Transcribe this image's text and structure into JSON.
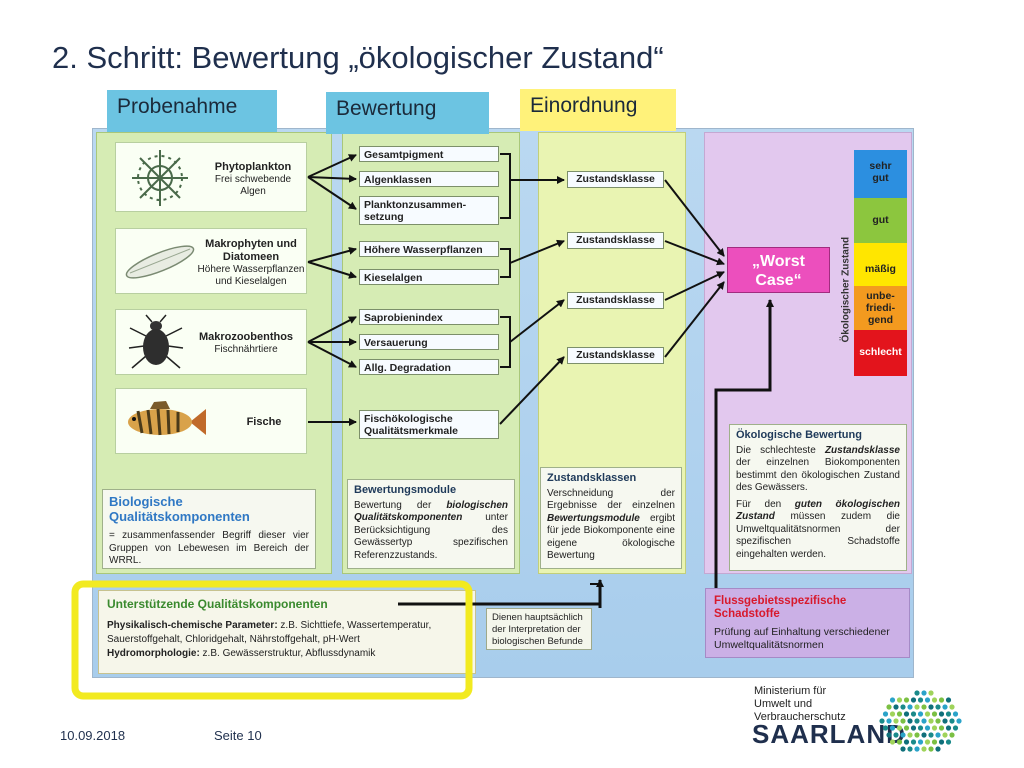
{
  "slide": {
    "title": "2. Schritt: Bewertung „ökologischer Zustand“"
  },
  "columns": {
    "probenahme": "Probenahme",
    "bewertung": "Bewertung",
    "einordnung": "Einordnung"
  },
  "organisms": [
    {
      "name": "Phytoplankton",
      "desc1": "Frei schwebende",
      "desc2": "Algen"
    },
    {
      "name": "Makrophyten und",
      "name2": "Diatomeen",
      "desc1": "Höhere Wasserpflanzen",
      "desc2": "und Kieselalgen"
    },
    {
      "name": "Makrozoobenthos",
      "desc1": "Fischnährtiere"
    },
    {
      "name": "Fische"
    }
  ],
  "modules": [
    "Gesamtpigment",
    "Algenklassen",
    "Planktonzusammen-",
    "setzung",
    "Höhere Wasserpflanzen",
    "Kieselalgen",
    "Saprobienindex",
    "Versauerung",
    "Allg. Degradation",
    "Fischökologische",
    "Qualitätsmerkmale"
  ],
  "zustandsklasse": "Zustandsklasse",
  "worst_case": {
    "line1": "„Worst",
    "line2": "Case“"
  },
  "scale": {
    "label": "Ökologischer Zustand",
    "levels": [
      {
        "text1": "sehr",
        "text2": "gut",
        "color": "#2c8fe0"
      },
      {
        "text1": "gut",
        "color": "#8cc63e"
      },
      {
        "text1": "mäßig",
        "color": "#ffe600"
      },
      {
        "text1": "unbe-",
        "text2": "friedi-",
        "text3": "gend",
        "color": "#f39a1f"
      },
      {
        "text1": "schlecht",
        "color": "#e3141c"
      }
    ]
  },
  "bio_box": {
    "head1": "Biologische",
    "head2": "Qualitätskomponenten",
    "text": "= zusammenfassender Begriff dieser vier Gruppen von Lebewesen im Bereich der WRRL."
  },
  "module_box": {
    "head": "Bewertungsmodule",
    "t1": "Bewertung der ",
    "t2": "biologischen Qualitätskomponenten",
    "t3": " unter Berücksichtigung des Gewässertyp spezifischen Referenzzustands."
  },
  "class_box": {
    "head": "Zustandsklassen",
    "t1": "Verschneidung der Ergebnisse der einzelnen ",
    "t2": "Bewertungsmodule",
    "t3": " ergibt für jede Biokomponente eine eigene ökologische Bewertung"
  },
  "eco_box": {
    "head": "Ökologische Bewertung",
    "t1": "Die schlechteste ",
    "t2": "Zustandsklasse",
    "t3": " der einzelnen Biokomponenten bestimmt den ökologischen Zustand des Gewässers.",
    "t4": "Für den ",
    "t5": "guten ökologischen Zustand",
    "t6": " müssen zudem die Umweltqualitätsnormen der spezifischen Schadstoffe eingehalten werden."
  },
  "support_box": {
    "head": "Unterstützende Qualitätskomponenten",
    "l1a": "Physikalisch-chemische Parameter:",
    "l1b": " z.B. Sichttiefe, Wassertemperatur,",
    "l2": "Sauerstoffgehalt, Chloridgehalt, Nährstoffgehalt, pH-Wert",
    "l3a": "Hydromorphologie:",
    "l3b": " z.B. Gewässerstruktur, Abflussdynamik"
  },
  "interpret_box": {
    "l1": "Dienen hauptsächlich",
    "l2": "der Interpretation der",
    "l3": "biologischen Befunde"
  },
  "river_box": {
    "head1": "Flussgebietsspezifische",
    "head2": "Schadstoffe",
    "text": "Prüfung auf Einhaltung verschiedener Umweltqualitätsnormen"
  },
  "footer": {
    "date": "10.09.2018",
    "page": "Seite 10"
  },
  "logo": {
    "l1": "Ministerium für",
    "l2": "Umwelt und",
    "l3": "Verbraucherschutz",
    "brand": "SAARLAND"
  },
  "colors": {
    "arrow": "#111111",
    "highlight": "#f2ea20"
  }
}
